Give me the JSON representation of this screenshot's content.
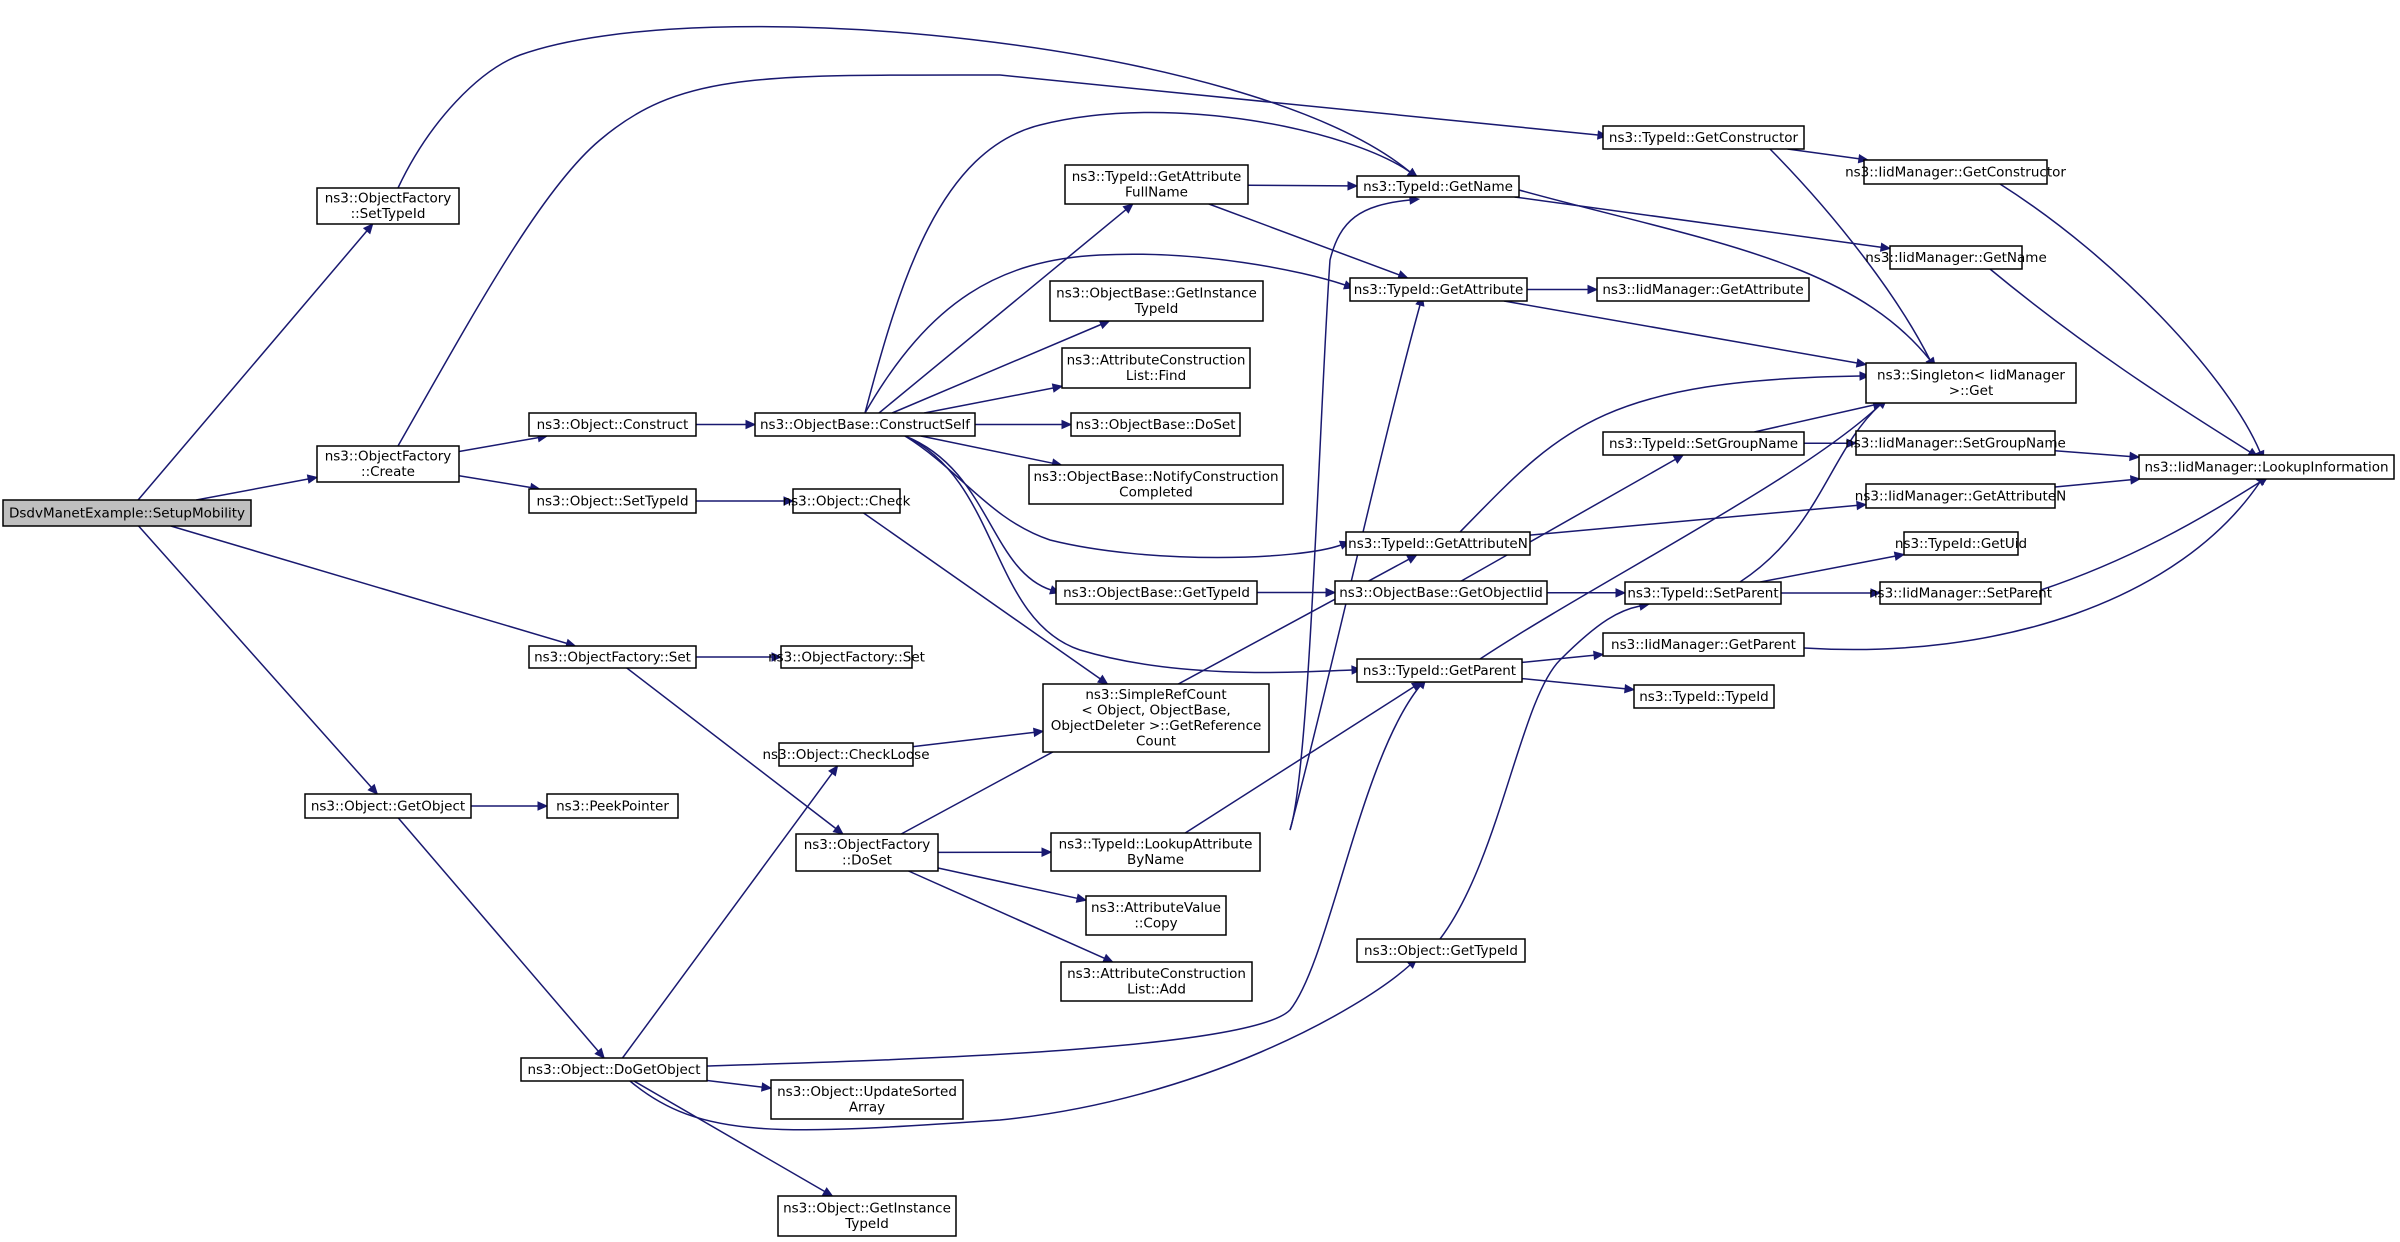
{
  "diagram": {
    "nodes": [
      {
        "id": "n0",
        "lines": [
          "DsdvManetExample::SetupMobility"
        ],
        "root": true
      },
      {
        "id": "n1",
        "lines": [
          "ns3::ObjectFactory",
          "::SetTypeId"
        ]
      },
      {
        "id": "n2",
        "lines": [
          "ns3::ObjectFactory",
          "::Create"
        ]
      },
      {
        "id": "n3",
        "lines": [
          "ns3::ObjectFactory::Set"
        ]
      },
      {
        "id": "n4",
        "lines": [
          "ns3::Object::GetObject"
        ]
      },
      {
        "id": "n5",
        "lines": [
          "ns3::TypeId::GetName"
        ]
      },
      {
        "id": "n6",
        "lines": [
          "ns3::TypeId::GetConstructor"
        ]
      },
      {
        "id": "n7",
        "lines": [
          "ns3::Object::Construct"
        ]
      },
      {
        "id": "n8",
        "lines": [
          "ns3::Object::SetTypeId"
        ]
      },
      {
        "id": "n9",
        "lines": [
          "ns3::ObjectBase::ConstructSelf"
        ]
      },
      {
        "id": "n10",
        "lines": [
          "ns3::Object::Check"
        ]
      },
      {
        "id": "n11",
        "lines": [
          "ns3::TypeId::GetAttribute",
          "FullName"
        ]
      },
      {
        "id": "n12",
        "lines": [
          "ns3::ObjectBase::GetInstance",
          "TypeId"
        ]
      },
      {
        "id": "n13",
        "lines": [
          "ns3::AttributeConstruction",
          "List::Find"
        ]
      },
      {
        "id": "n14",
        "lines": [
          "ns3::ObjectBase::DoSet"
        ]
      },
      {
        "id": "n15",
        "lines": [
          "ns3::ObjectBase::NotifyConstruction",
          "Completed"
        ]
      },
      {
        "id": "n16",
        "lines": [
          "ns3::ObjectBase::GetTypeId"
        ]
      },
      {
        "id": "n17",
        "lines": [
          "ns3::SimpleRefCount",
          "< Object, ObjectBase,",
          "ObjectDeleter >::GetReference",
          "Count"
        ]
      },
      {
        "id": "n18",
        "lines": [
          "ns3::TypeId::GetAttribute"
        ]
      },
      {
        "id": "n19",
        "lines": [
          "ns3::TypeId::GetAttributeN"
        ]
      },
      {
        "id": "n20",
        "lines": [
          "ns3::ObjectBase::GetObjectIid"
        ]
      },
      {
        "id": "n21",
        "lines": [
          "ns3::TypeId::GetParent"
        ]
      },
      {
        "id": "n22",
        "lines": [
          "ns3::ObjectFactory::Set"
        ]
      },
      {
        "id": "n23",
        "lines": [
          "ns3::Object::CheckLoose"
        ]
      },
      {
        "id": "n24",
        "lines": [
          "ns3::ObjectFactory",
          "::DoSet"
        ]
      },
      {
        "id": "n25",
        "lines": [
          "ns3::TypeId::LookupAttribute",
          "ByName"
        ]
      },
      {
        "id": "n26",
        "lines": [
          "ns3::AttributeValue",
          "::Copy"
        ]
      },
      {
        "id": "n27",
        "lines": [
          "ns3::AttributeConstruction",
          "List::Add"
        ]
      },
      {
        "id": "n28",
        "lines": [
          "ns3::PeekPointer"
        ]
      },
      {
        "id": "n29",
        "lines": [
          "ns3::Object::DoGetObject"
        ]
      },
      {
        "id": "n30",
        "lines": [
          "ns3::Object::UpdateSorted",
          "Array"
        ]
      },
      {
        "id": "n31",
        "lines": [
          "ns3::Object::GetInstance",
          "TypeId"
        ]
      },
      {
        "id": "n32",
        "lines": [
          "ns3::Object::GetTypeId"
        ]
      },
      {
        "id": "n33",
        "lines": [
          "ns3::IidManager::GetConstructor"
        ]
      },
      {
        "id": "n34",
        "lines": [
          "ns3::IidManager::GetName"
        ]
      },
      {
        "id": "n35",
        "lines": [
          "ns3::IidManager::GetAttribute"
        ]
      },
      {
        "id": "n36",
        "lines": [
          "ns3::Singleton< IidManager",
          ">::Get"
        ]
      },
      {
        "id": "n37",
        "lines": [
          "ns3::TypeId::SetGroupName"
        ]
      },
      {
        "id": "n38",
        "lines": [
          "ns3::IidManager::SetGroupName"
        ]
      },
      {
        "id": "n39",
        "lines": [
          "ns3::IidManager::LookupInformation"
        ]
      },
      {
        "id": "n40",
        "lines": [
          "ns3::IidManager::GetAttributeN"
        ]
      },
      {
        "id": "n41",
        "lines": [
          "ns3::TypeId::GetUid"
        ]
      },
      {
        "id": "n42",
        "lines": [
          "ns3::TypeId::SetParent"
        ]
      },
      {
        "id": "n43",
        "lines": [
          "ns3::IidManager::SetParent"
        ]
      },
      {
        "id": "n44",
        "lines": [
          "ns3::IidManager::GetParent"
        ]
      },
      {
        "id": "n45",
        "lines": [
          "ns3::TypeId::TypeId"
        ]
      }
    ],
    "edges": [
      [
        "n0",
        "n1"
      ],
      [
        "n0",
        "n2"
      ],
      [
        "n0",
        "n3"
      ],
      [
        "n0",
        "n4"
      ],
      [
        "n1",
        "n5"
      ],
      [
        "n2",
        "n6"
      ],
      [
        "n2",
        "n7"
      ],
      [
        "n2",
        "n8"
      ],
      [
        "n7",
        "n9"
      ],
      [
        "n8",
        "n10"
      ],
      [
        "n9",
        "n5"
      ],
      [
        "n9",
        "n11"
      ],
      [
        "n9",
        "n12"
      ],
      [
        "n9",
        "n13"
      ],
      [
        "n9",
        "n14"
      ],
      [
        "n9",
        "n15"
      ],
      [
        "n9",
        "n18"
      ],
      [
        "n9",
        "n19"
      ],
      [
        "n9",
        "n16"
      ],
      [
        "n9",
        "n21"
      ],
      [
        "n10",
        "n17"
      ],
      [
        "n11",
        "n5"
      ],
      [
        "n11",
        "n18"
      ],
      [
        "n16",
        "n20"
      ],
      [
        "n3",
        "n22"
      ],
      [
        "n3",
        "n24"
      ],
      [
        "n4",
        "n28"
      ],
      [
        "n4",
        "n29"
      ],
      [
        "n29",
        "n23"
      ],
      [
        "n29",
        "n21"
      ],
      [
        "n29",
        "n30"
      ],
      [
        "n29",
        "n31"
      ],
      [
        "n29",
        "n32"
      ],
      [
        "n23",
        "n17"
      ],
      [
        "n24",
        "n19"
      ],
      [
        "n24",
        "n25"
      ],
      [
        "n24",
        "n26"
      ],
      [
        "n24",
        "n27"
      ],
      [
        "n25",
        "n5"
      ],
      [
        "n25",
        "n18"
      ],
      [
        "n25",
        "n21"
      ],
      [
        "n6",
        "n33"
      ],
      [
        "n6",
        "n36"
      ],
      [
        "n5",
        "n34"
      ],
      [
        "n5",
        "n36"
      ],
      [
        "n18",
        "n35"
      ],
      [
        "n18",
        "n36"
      ],
      [
        "n19",
        "n36"
      ],
      [
        "n19",
        "n40"
      ],
      [
        "n20",
        "n37"
      ],
      [
        "n20",
        "n42"
      ],
      [
        "n21",
        "n44"
      ],
      [
        "n21",
        "n45"
      ],
      [
        "n21",
        "n36"
      ],
      [
        "n32",
        "n42"
      ],
      [
        "n33",
        "n39"
      ],
      [
        "n34",
        "n39"
      ],
      [
        "n37",
        "n38"
      ],
      [
        "n37",
        "n36"
      ],
      [
        "n38",
        "n39"
      ],
      [
        "n40",
        "n39"
      ],
      [
        "n42",
        "n41"
      ],
      [
        "n42",
        "n43"
      ],
      [
        "n42",
        "n36"
      ],
      [
        "n43",
        "n39"
      ],
      [
        "n44",
        "n39"
      ]
    ]
  },
  "colors": {
    "edge": "#191970",
    "node_border": "#000000",
    "node_fill": "#ffffff",
    "root_fill": "#bfbfbf"
  }
}
